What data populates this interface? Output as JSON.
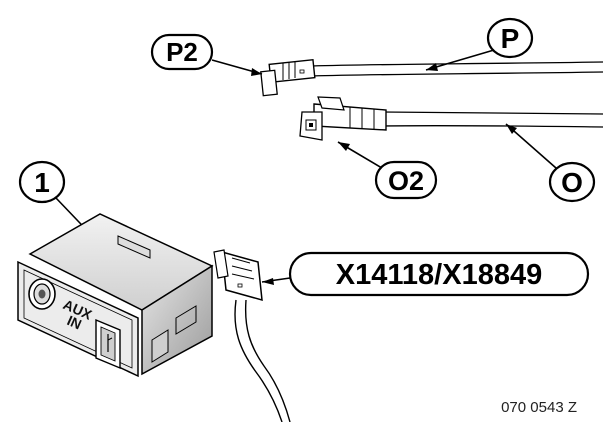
{
  "callouts": {
    "p2": "P2",
    "p": "P",
    "o2": "O2",
    "o": "O",
    "one": "1",
    "connector_code": "X14118/X18849"
  },
  "aux_label": {
    "line1": "AUX",
    "line2": "IN"
  },
  "figure_ref": "070 0543 Z"
}
